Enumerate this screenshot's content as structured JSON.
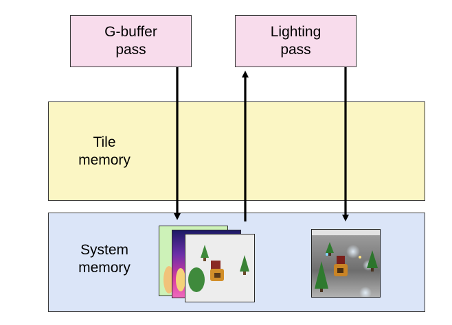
{
  "passes": {
    "gbuffer": [
      "G-buffer",
      "pass"
    ],
    "lighting": [
      "Lighting",
      "pass"
    ]
  },
  "regions": {
    "tile_memory": [
      "Tile",
      "memory"
    ],
    "system_memory": [
      "System",
      "memory"
    ]
  },
  "colors": {
    "pass_fill": "#f8dcec",
    "tile_memory_fill": "#fbf6c4",
    "system_memory_fill": "#dbe5f8",
    "arrow": "#000000"
  },
  "images": {
    "gbuffer_layers": [
      "albedo-texture",
      "normal-texture",
      "depth-texture"
    ],
    "lighting_result": "lit-scene-render"
  }
}
